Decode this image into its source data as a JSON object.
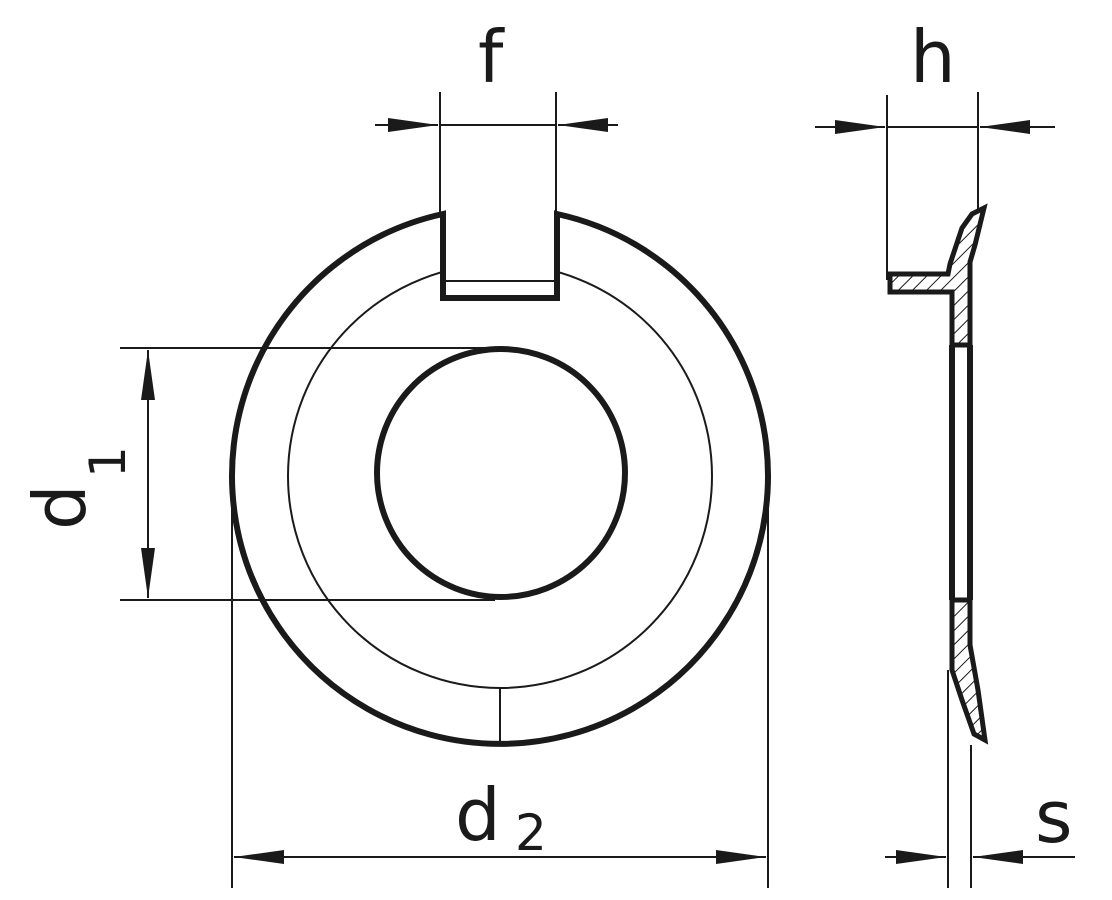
{
  "labels": {
    "f": "f",
    "h": "h",
    "d1_main": "d",
    "d1_sub": "1",
    "d2_main": "d",
    "d2_sub": "2",
    "s": "s"
  },
  "colors": {
    "line": "#1a1a1a",
    "background": "#ffffff"
  }
}
